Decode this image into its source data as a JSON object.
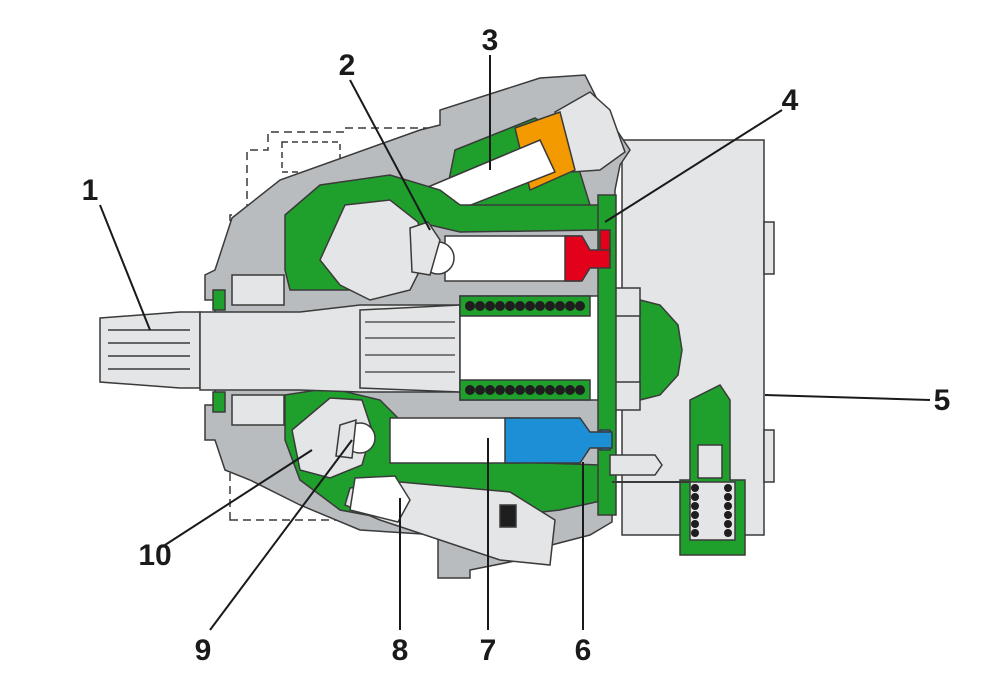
{
  "diagram": {
    "labels": [
      {
        "id": "1",
        "text": "1"
      },
      {
        "id": "2",
        "text": "2"
      },
      {
        "id": "3",
        "text": "3"
      },
      {
        "id": "4",
        "text": "4"
      },
      {
        "id": "5",
        "text": "5"
      },
      {
        "id": "6",
        "text": "6"
      },
      {
        "id": "7",
        "text": "7"
      },
      {
        "id": "8",
        "text": "8"
      },
      {
        "id": "9",
        "text": "9"
      },
      {
        "id": "10",
        "text": "10"
      }
    ],
    "colors": {
      "housing": "#b9bcbf",
      "housing_dark": "#8f9396",
      "green": "#1fa02c",
      "green_dark": "#127a1c",
      "light": "#e4e5e6",
      "white": "#ffffff",
      "red": "#e3001b",
      "blue": "#1c8fd6",
      "orange": "#f39a00",
      "spring": "#1e1e1e"
    }
  }
}
